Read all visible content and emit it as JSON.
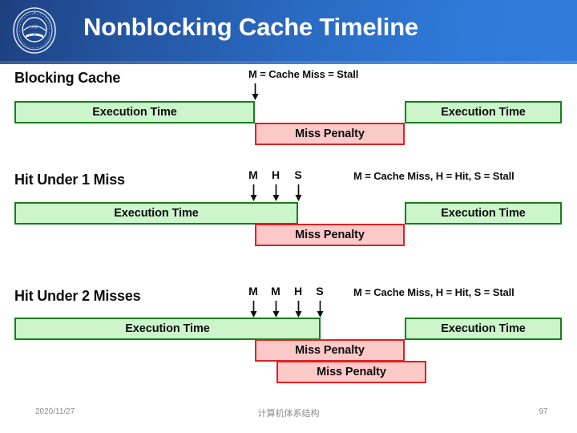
{
  "header": {
    "title": "Nonblocking Cache Timeline",
    "logo_name": "university-seal-logo",
    "gradient_from": "#1d3f7e",
    "gradient_to": "#2f7cdb"
  },
  "colors": {
    "exec_fill": "#ccf5cc",
    "exec_border": "#15801b",
    "penalty_fill": "#fcc9c9",
    "penalty_border": "#e02020",
    "title_text": "#ffffff",
    "body_text": "#0d0d0d",
    "footer_text": "#8c8c8c"
  },
  "sections": [
    {
      "title": "Blocking Cache",
      "legend": "M = Cache Miss = Stall",
      "markers": [
        "M"
      ],
      "bars": [
        {
          "label": "Execution Time",
          "kind": "exec"
        },
        {
          "label": "Miss Penalty",
          "kind": "penalty"
        },
        {
          "label": "Execution Time",
          "kind": "exec"
        }
      ]
    },
    {
      "title": "Hit Under 1 Miss",
      "legend": "M = Cache Miss, H = Hit, S = Stall",
      "markers": [
        "M",
        "H",
        "S"
      ],
      "bars": [
        {
          "label": "Execution Time",
          "kind": "exec"
        },
        {
          "label": "Miss Penalty",
          "kind": "penalty"
        },
        {
          "label": "Execution Time",
          "kind": "exec"
        }
      ]
    },
    {
      "title": "Hit Under 2 Misses",
      "legend": "M = Cache Miss, H = Hit, S = Stall",
      "markers": [
        "M",
        "M",
        "H",
        "S"
      ],
      "bars": [
        {
          "label": "Execution Time",
          "kind": "exec"
        },
        {
          "label": "Miss Penalty",
          "kind": "penalty"
        },
        {
          "label": "Miss Penalty",
          "kind": "penalty"
        },
        {
          "label": "Execution Time",
          "kind": "exec"
        }
      ]
    }
  ],
  "footer": {
    "date": "2020/11/27",
    "course": "计算机体系结构",
    "page_number": "97"
  }
}
